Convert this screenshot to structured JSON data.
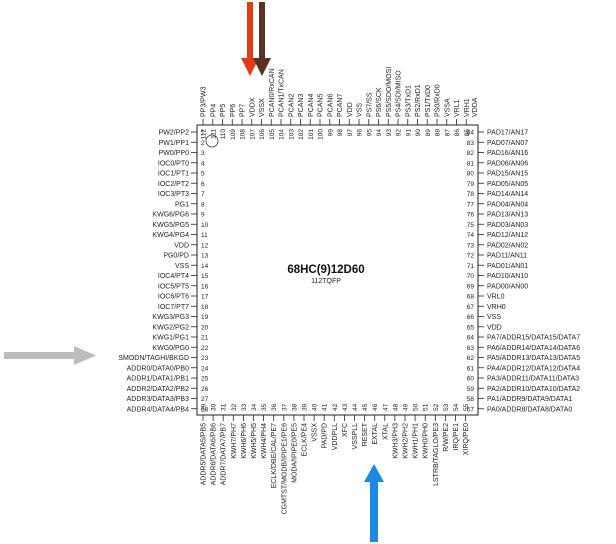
{
  "chip": {
    "title": "68HC(9)12D60",
    "package": "112TQFP"
  },
  "colors": {
    "arrow_orange": "#e03b12",
    "arrow_brown": "#5a3324",
    "arrow_gray": "#bdbdbd",
    "arrow_blue": "#1e88e5",
    "outline": "#222222"
  },
  "pins": {
    "left": [
      {
        "num": "1",
        "label": "PW2/PP2"
      },
      {
        "num": "2",
        "label": "PW1/PP1"
      },
      {
        "num": "3",
        "label": "PW0/PP0"
      },
      {
        "num": "4",
        "label": "IOC0/PT0"
      },
      {
        "num": "5",
        "label": "IOC1/PT1"
      },
      {
        "num": "6",
        "label": "IOC2/PT2"
      },
      {
        "num": "7",
        "label": "IOC3/PT3"
      },
      {
        "num": "8",
        "label": "PG1"
      },
      {
        "num": "9",
        "label": "KWG6/PG6"
      },
      {
        "num": "10",
        "label": "KWG5/PG5"
      },
      {
        "num": "11",
        "label": "KWG4/PG4"
      },
      {
        "num": "12",
        "label": "VDD"
      },
      {
        "num": "13",
        "label": "PG0/PD"
      },
      {
        "num": "14",
        "label": "VSS"
      },
      {
        "num": "15",
        "label": "IOC4/PT4"
      },
      {
        "num": "16",
        "label": "IOC5/PT5"
      },
      {
        "num": "17",
        "label": "IOC6/PT6"
      },
      {
        "num": "18",
        "label": "IOC7/PT7"
      },
      {
        "num": "19",
        "label": "KWG3/PG3"
      },
      {
        "num": "20",
        "label": "KWG2/PG2"
      },
      {
        "num": "21",
        "label": "KWG1/PG1"
      },
      {
        "num": "22",
        "label": "KWG0/PG0"
      },
      {
        "num": "23",
        "label": "SMODN/TAGHI/BKGD"
      },
      {
        "num": "24",
        "label": "ADDR0/DATA0/PB0"
      },
      {
        "num": "25",
        "label": "ADDR1/DATA1/PB1"
      },
      {
        "num": "26",
        "label": "ADDR2/DATA2/PB2"
      },
      {
        "num": "27",
        "label": "ADDR3/DATA3/PB3"
      },
      {
        "num": "28",
        "label": "ADDR4/DATA4/PB4"
      }
    ],
    "right": [
      {
        "num": "84",
        "label": "PAD17/AN17"
      },
      {
        "num": "83",
        "label": "PAD07/AN07"
      },
      {
        "num": "82",
        "label": "PAD16/AN16"
      },
      {
        "num": "81",
        "label": "PAD06/AN06"
      },
      {
        "num": "80",
        "label": "PAD15/AN15"
      },
      {
        "num": "79",
        "label": "PAD05/AN05"
      },
      {
        "num": "78",
        "label": "PAD14/AN14"
      },
      {
        "num": "77",
        "label": "PAD04/AN04"
      },
      {
        "num": "76",
        "label": "PAD13/AN13"
      },
      {
        "num": "75",
        "label": "PAD03/AN03"
      },
      {
        "num": "74",
        "label": "PAD12/AN12"
      },
      {
        "num": "73",
        "label": "PAD02/AN02"
      },
      {
        "num": "72",
        "label": "PAD11/AN11"
      },
      {
        "num": "71",
        "label": "PAD01/AN01"
      },
      {
        "num": "70",
        "label": "PAD10/AN10"
      },
      {
        "num": "69",
        "label": "PAD00/AN00"
      },
      {
        "num": "68",
        "label": "VRL0"
      },
      {
        "num": "67",
        "label": "VRH0"
      },
      {
        "num": "66",
        "label": "VSS"
      },
      {
        "num": "65",
        "label": "VDD"
      },
      {
        "num": "64",
        "label": "PA7/ADDR15/DATA15/DATA7"
      },
      {
        "num": "63",
        "label": "PA6/ADDR14/DATA14/DATA6"
      },
      {
        "num": "62",
        "label": "PA5/ADDR13/DATA13/DATA5"
      },
      {
        "num": "61",
        "label": "PA4/ADDR12/DATA12/DATA4"
      },
      {
        "num": "60",
        "label": "PA3/ADDR11/DATA11/DATA3"
      },
      {
        "num": "59",
        "label": "PA2/ADDR10/DATA10/DATA2"
      },
      {
        "num": "58",
        "label": "PA1/ADDR9/DATA9/DATA1"
      },
      {
        "num": "57",
        "label": "PA0/ADDR8/DATA8/DATA0"
      }
    ],
    "top": [
      {
        "num": "112",
        "label": "PP3/PW3"
      },
      {
        "num": "111",
        "label": "PP4"
      },
      {
        "num": "110",
        "label": "PP5"
      },
      {
        "num": "109",
        "label": "PP6"
      },
      {
        "num": "108",
        "label": "PP7"
      },
      {
        "num": "107",
        "label": "VDDX"
      },
      {
        "num": "106",
        "label": "VSSX"
      },
      {
        "num": "105",
        "label": "PCAN0/RxCAN"
      },
      {
        "num": "104",
        "label": "PCAN1/TxCAN"
      },
      {
        "num": "103",
        "label": "PCAN2"
      },
      {
        "num": "102",
        "label": "PCAN3"
      },
      {
        "num": "101",
        "label": "PCAN4"
      },
      {
        "num": "100",
        "label": "PCAN5"
      },
      {
        "num": "99",
        "label": "PCAN6"
      },
      {
        "num": "98",
        "label": "PCAN7"
      },
      {
        "num": "97",
        "label": "VDD"
      },
      {
        "num": "96",
        "label": "VSS"
      },
      {
        "num": "95",
        "label": "PS7/SS"
      },
      {
        "num": "94",
        "label": "PS6/SCK"
      },
      {
        "num": "93",
        "label": "PS5/SDO/MOSI"
      },
      {
        "num": "92",
        "label": "PS4/SDI/MISO"
      },
      {
        "num": "91",
        "label": "PS3/TxD1"
      },
      {
        "num": "90",
        "label": "PS2/RxD1"
      },
      {
        "num": "89",
        "label": "PS1/TxD0"
      },
      {
        "num": "88",
        "label": "PS0/RxD0"
      },
      {
        "num": "87",
        "label": "VSSA"
      },
      {
        "num": "86",
        "label": "VRL1"
      },
      {
        "num": "85",
        "label": "VRH1"
      }
    ],
    "top_extra": [
      {
        "label": "VDDA"
      }
    ],
    "bottom": [
      {
        "num": "29",
        "label": "ADDR5/DATA5/PB5"
      },
      {
        "num": "30",
        "label": "ADDR6/DATA6/PB6"
      },
      {
        "num": "31",
        "label": "ADDR7/DATA7/PB7"
      },
      {
        "num": "32",
        "label": "KWH7/PH7"
      },
      {
        "num": "33",
        "label": "KWH6/PH6"
      },
      {
        "num": "34",
        "label": "KWH5/PH5"
      },
      {
        "num": "35",
        "label": "KWH4/PH4"
      },
      {
        "num": "36",
        "label": "ECLK/DBE/CAL/PE7"
      },
      {
        "num": "37",
        "label": "CGMTST/MODB/IPIPE1/PE6"
      },
      {
        "num": "38",
        "label": "MODA/IPIPE0/PE5"
      },
      {
        "num": "39",
        "label": "ECLK/PE4"
      },
      {
        "num": "40",
        "label": "VSSX"
      },
      {
        "num": "41",
        "label": "PAD/PD"
      },
      {
        "num": "42",
        "label": "VDDPLL"
      },
      {
        "num": "43",
        "label": "XFC"
      },
      {
        "num": "44",
        "label": "VSSPLL"
      },
      {
        "num": "45",
        "label": "RESET"
      },
      {
        "num": "46",
        "label": "EXTAL"
      },
      {
        "num": "47",
        "label": "XTAL"
      },
      {
        "num": "48",
        "label": "KWH3/PH3"
      },
      {
        "num": "49",
        "label": "KWH2/PH2"
      },
      {
        "num": "50",
        "label": "KWH1/PH1"
      },
      {
        "num": "51",
        "label": "KWH0/PH0"
      },
      {
        "num": "52",
        "label": "LSTRB/TAGLO/PE3"
      },
      {
        "num": "53",
        "label": "R/W/PE2"
      },
      {
        "num": "54",
        "label": "IRQ/PE1"
      },
      {
        "num": "55",
        "label": "XIRQ/PE0"
      }
    ]
  }
}
